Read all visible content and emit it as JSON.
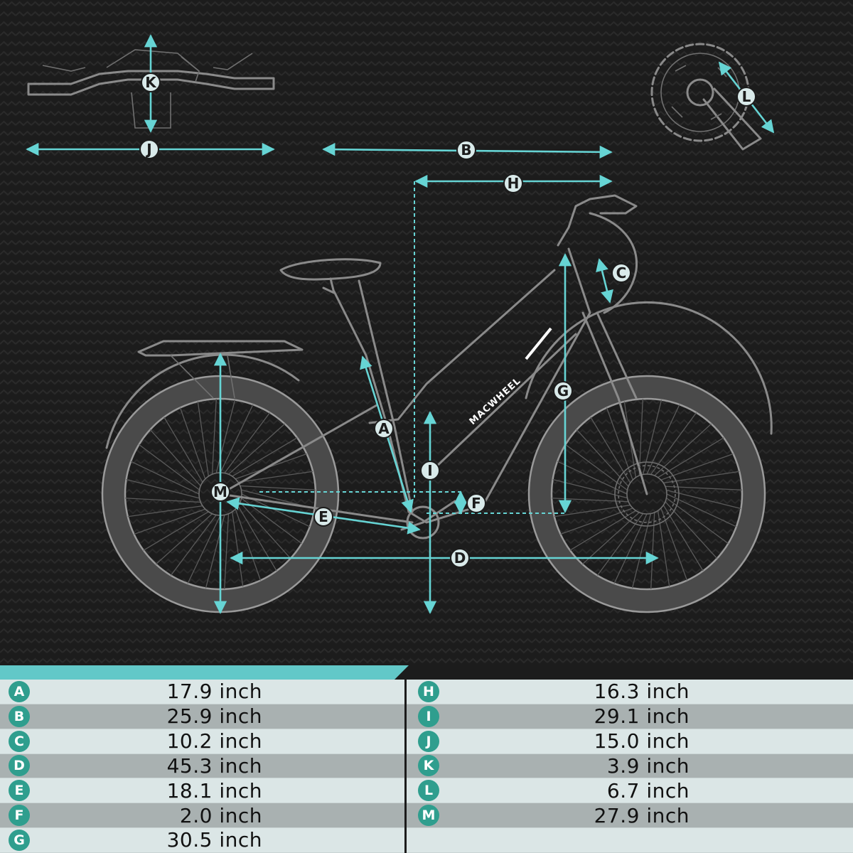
{
  "brand": {
    "name": "MACWHEEL"
  },
  "colors": {
    "background": "#1c1c1c",
    "accent": "#66d4d4",
    "badge": "#2f9e8e",
    "row_light": "#dbe6e6",
    "row_dark": "#a9b1b1"
  },
  "diagram_labels": [
    "A",
    "B",
    "C",
    "D",
    "E",
    "F",
    "G",
    "H",
    "I",
    "J",
    "K",
    "L",
    "M"
  ],
  "measurements_left": [
    {
      "label": "A",
      "value": "17.9 inch"
    },
    {
      "label": "B",
      "value": "25.9 inch"
    },
    {
      "label": "C",
      "value": "10.2 inch"
    },
    {
      "label": "D",
      "value": "45.3 inch"
    },
    {
      "label": "E",
      "value": "18.1 inch"
    },
    {
      "label": "F",
      "value": "2.0 inch"
    },
    {
      "label": "G",
      "value": "30.5 inch"
    }
  ],
  "measurements_right": [
    {
      "label": "H",
      "value": "16.3 inch"
    },
    {
      "label": "I",
      "value": "29.1 inch"
    },
    {
      "label": "J",
      "value": "15.0 inch"
    },
    {
      "label": "K",
      "value": "3.9 inch"
    },
    {
      "label": "L",
      "value": "6.7 inch"
    },
    {
      "label": "M",
      "value": "27.9 inch"
    }
  ]
}
